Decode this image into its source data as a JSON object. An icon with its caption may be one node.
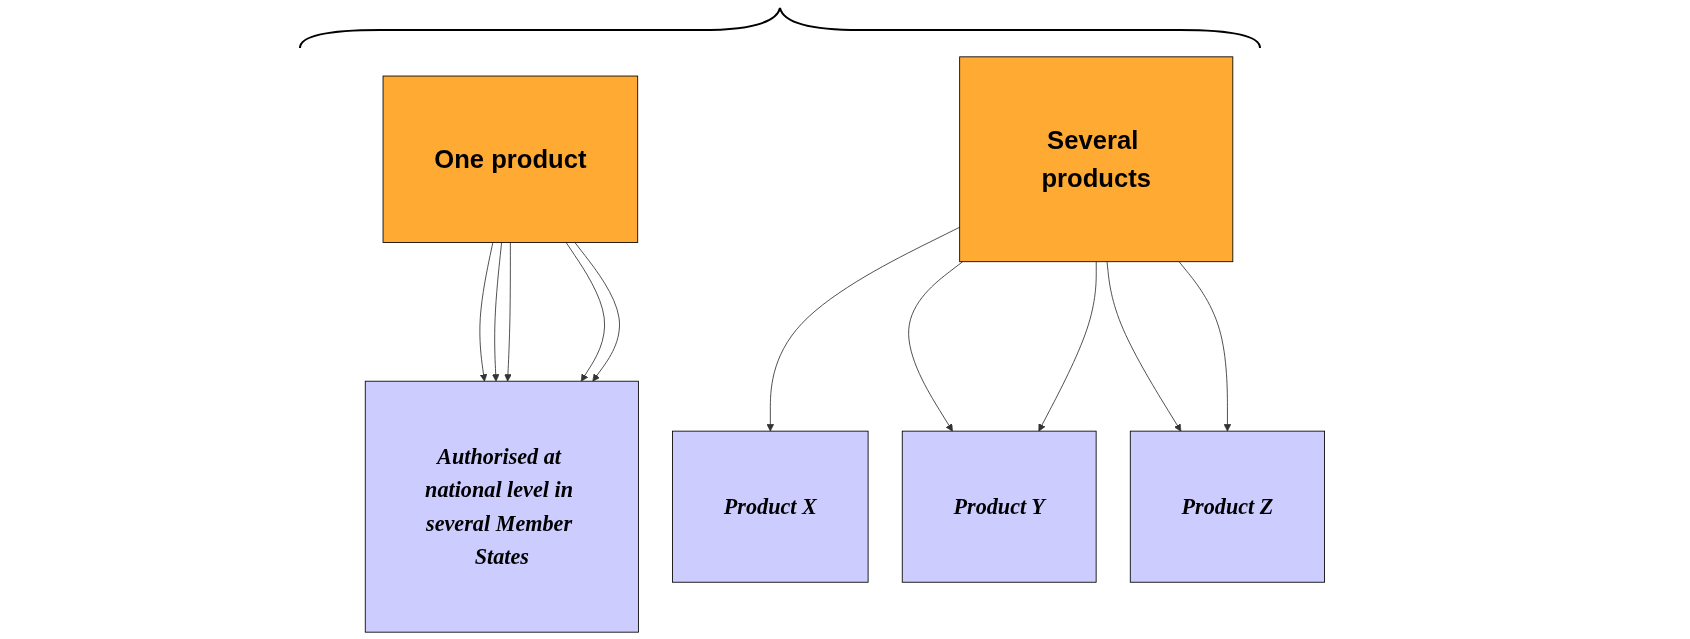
{
  "diagram": {
    "nodes": [
      {
        "text": [
          "One product"
        ]
      },
      {
        "text": [
          "Several products"
        ]
      },
      {
        "text": [
          "Authorised at national level in several Member States"
        ]
      },
      {
        "text": [
          "Product X"
        ]
      },
      {
        "text": [
          "Product Y"
        ]
      },
      {
        "text": [
          "Product Z"
        ]
      }
    ],
    "edges": [
      {
        "from": 0,
        "to": 2,
        "arrow": "to"
      },
      {
        "from": 0,
        "to": 2,
        "arrow": "to"
      },
      {
        "from": 0,
        "to": 2,
        "arrow": "to"
      },
      {
        "from": 0,
        "to": 2,
        "arrow": "to"
      },
      {
        "from": 0,
        "to": 2,
        "arrow": "to"
      },
      {
        "from": 1,
        "to": 3,
        "arrow": "to"
      },
      {
        "from": 1,
        "to": 4,
        "arrow": "to"
      },
      {
        "from": 1,
        "to": 4,
        "arrow": "to"
      },
      {
        "from": 1,
        "to": 5,
        "arrow": "to"
      },
      {
        "from": 1,
        "to": 5,
        "arrow": "to"
      }
    ]
  }
}
